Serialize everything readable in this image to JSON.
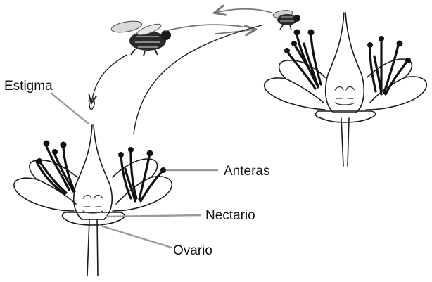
{
  "labels": {
    "stigma": "Estigma",
    "anthers": "Anteras",
    "nectary": "Nectario",
    "ovary": "Ovario"
  },
  "icons": {
    "pollinator": "bee-icon"
  },
  "colors": {
    "ink": "#1a1a1a",
    "leader": "#9a9a9a",
    "background": "#ffffff"
  }
}
